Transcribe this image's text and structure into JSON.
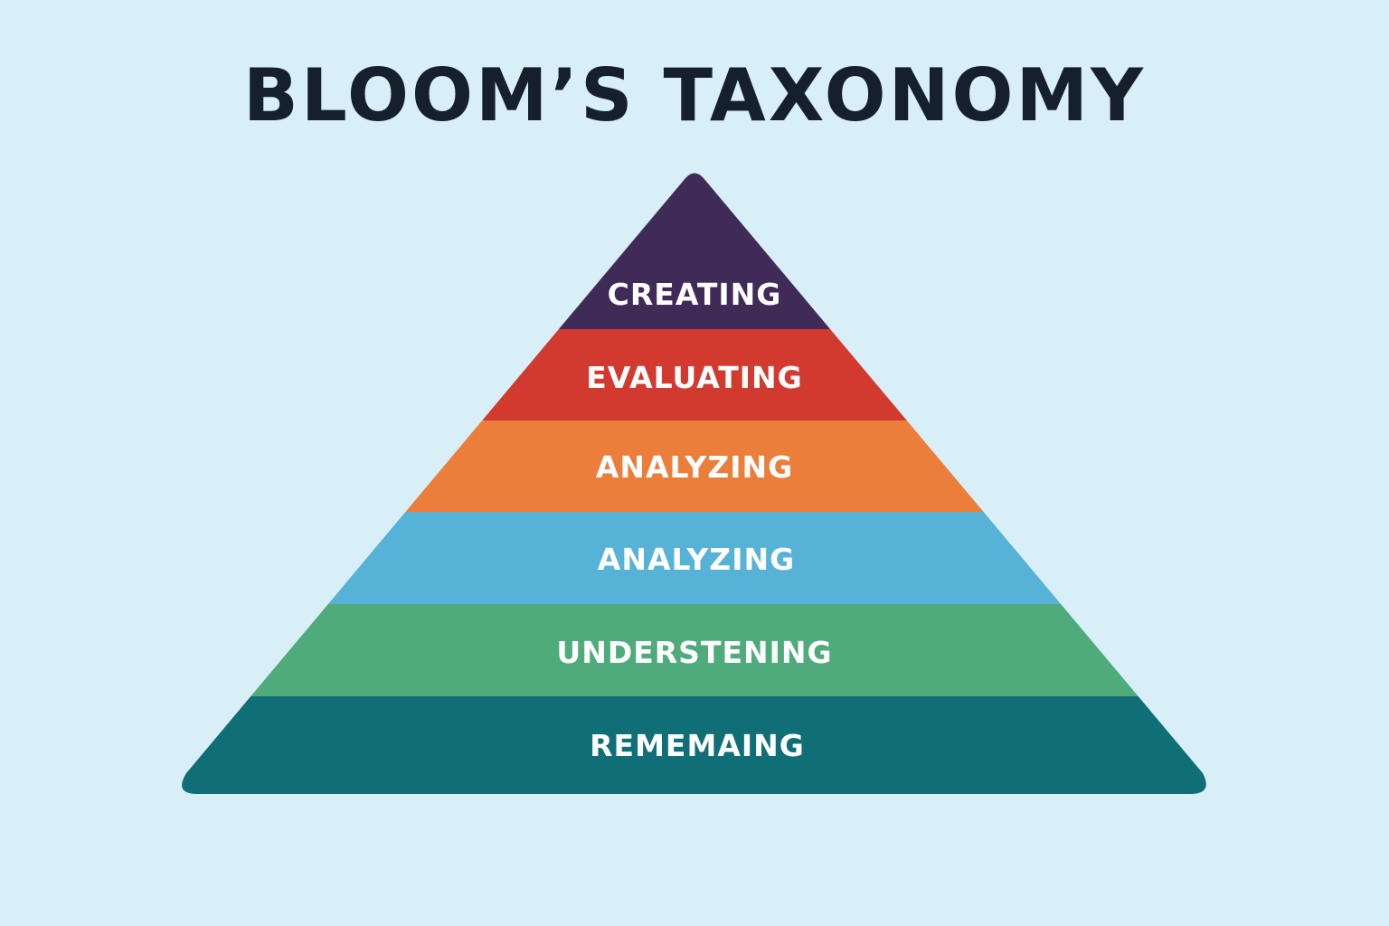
{
  "title": "BLOOM’S TAXONOMY",
  "pyramid": {
    "levels": [
      {
        "label": "CREATING",
        "color": "#402a58"
      },
      {
        "label": "EVALUATING",
        "color": "#d23a30"
      },
      {
        "label": "ANALYZING",
        "color": "#ec7e3b"
      },
      {
        "label": "ANALYZING",
        "color": "#57b2d8"
      },
      {
        "label": "UNDERSTENING",
        "color": "#4fab7c"
      },
      {
        "label": "REMEMAING",
        "color": "#106e76"
      }
    ]
  }
}
